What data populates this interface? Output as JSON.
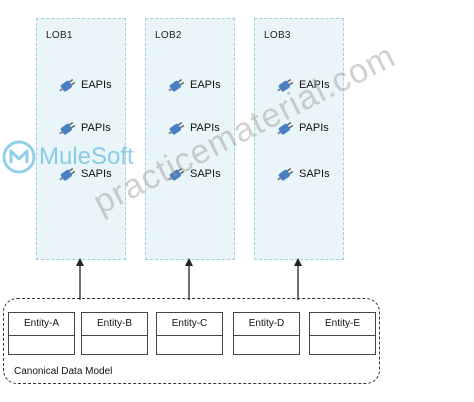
{
  "lobs": [
    {
      "title": "LOB1",
      "apis": [
        "EAPIs",
        "PAPIs",
        "SAPIs"
      ]
    },
    {
      "title": "LOB2",
      "apis": [
        "EAPIs",
        "PAPIs",
        "SAPIs"
      ]
    },
    {
      "title": "LOB3",
      "apis": [
        "EAPIs",
        "PAPIs",
        "SAPIs"
      ]
    }
  ],
  "entities": [
    "Entity-A",
    "Entity-B",
    "Entity-C",
    "Entity-D",
    "Entity-E"
  ],
  "canonical_label": "Canonical Data Model",
  "watermark": {
    "logo_text": "MuleSoft",
    "site_text": "practicematerial.com",
    "logo_color": "#3aa9d9"
  },
  "colors": {
    "lob_fill": "#e9f5f8",
    "plug_blue": "#4a7fc1"
  }
}
